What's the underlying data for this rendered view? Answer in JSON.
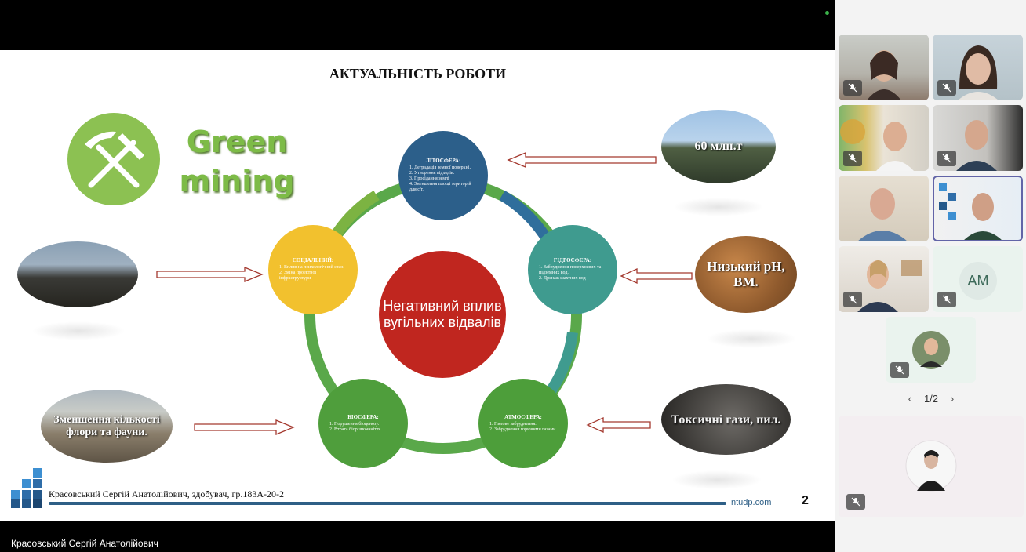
{
  "meeting": {
    "presenter_name": "Красовський Сергій Анатолійович"
  },
  "slide": {
    "title": "АКТУАЛЬНІСТЬ РОБОТИ",
    "logo_text_line1": "Green",
    "logo_text_line2": "mining",
    "center_text": "Негативний вплив вугільних відвалів",
    "nodes": {
      "litho": {
        "title": "ЛІТОСФЕРА:",
        "items": [
          "1. Деградація земної поверхні.",
          "2. Утворення відходів.",
          "3. Просідання землі",
          "4. Зменшення площі територій для с/г."
        ]
      },
      "hydro": {
        "title": "ГІДРОСФЕРА:",
        "items": [
          "1. Забруднення поверхневих та підземних вод.",
          "2. Дренаж шахтних вод"
        ]
      },
      "atmo": {
        "title": "АТМОСФЕРА:",
        "items": [
          "1. Пилове забруднення.",
          "2. Забруднення горючими газами."
        ]
      },
      "bio": {
        "title": "БІОСФЕРА:",
        "items": [
          "1. Порушення біоценозу.",
          "2. Втрата біорізноманіття"
        ]
      },
      "social": {
        "title": "СОЦІАЛЬНИЙ:",
        "items": [
          "1. Вплив на психологічний стан.",
          "2. Зміна проектної інфраструктури"
        ]
      }
    },
    "photos": {
      "top_right": "60 млн.т",
      "mid_right": "Низький рН, ВМ.",
      "bottom_right": "Токсичні гази, пил.",
      "bottom_left": "Зменшення кількості флори та фауни."
    },
    "footer_author": "Красовський Сергій Анатолійович, здобувач, гр.183А-20-2",
    "footer_site": "ntudp.com",
    "page_number": "2"
  },
  "participants": {
    "initials_tile": "АМ",
    "pager": "1/2"
  },
  "colors": {
    "litho": "#2c5f8a",
    "hydro": "#3f9b8f",
    "atmo": "#4d9e3a",
    "bio": "#4f9e3c",
    "social": "#f2c12e",
    "center": "#c0261f",
    "green_logo": "#8cc152",
    "ring_a": "#5aa84a",
    "ring_b": "#2f6e9c"
  }
}
